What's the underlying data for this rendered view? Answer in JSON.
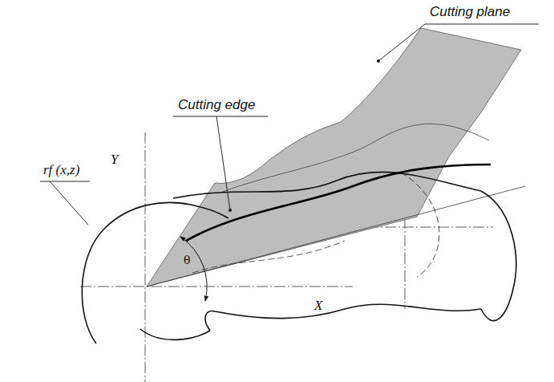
{
  "diagram": {
    "labels": [
      "Cutting plane",
      "Cutting edge",
      "rf (x,z)",
      "Y",
      "X",
      "θ"
    ]
  }
}
